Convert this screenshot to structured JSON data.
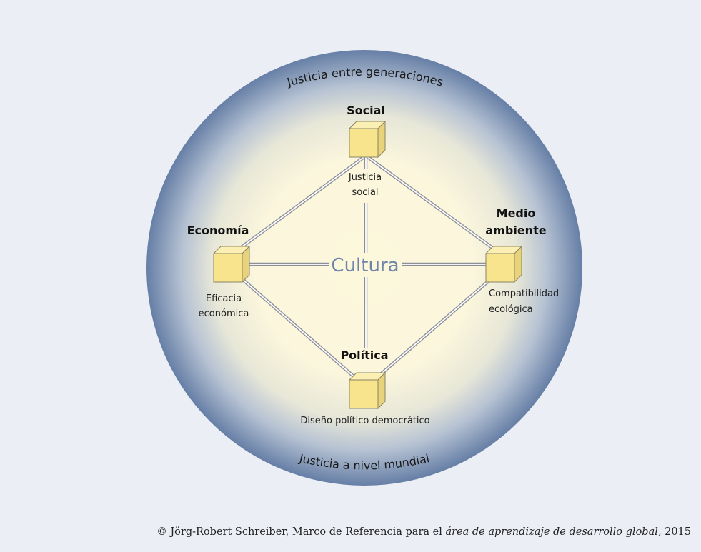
{
  "outer_ring": {
    "top_label": "Justicia entre generaciones",
    "bottom_label": "Justicia a nivel mundial"
  },
  "center_label": "Cultura",
  "dimensions": {
    "social": {
      "title": "Social",
      "subtitle_lines": [
        "Justicia",
        "social"
      ]
    },
    "economia": {
      "title": "Economía",
      "subtitle_lines": [
        "Eficacia",
        "económica"
      ]
    },
    "medio_ambiente": {
      "title_lines": [
        "Medio",
        "ambiente"
      ],
      "subtitle_lines": [
        "Compatibilidad",
        "ecológica"
      ]
    },
    "politica": {
      "title": "Política",
      "subtitle_lines": [
        "Diseño político democrático"
      ]
    }
  },
  "credit": {
    "prefix": "© Jörg-Robert Schreiber, Marco de Referencia para el ",
    "italic": "área de aprendizaje de desarrollo global,",
    "suffix": " 2015"
  },
  "colors": {
    "background": "#eceef5",
    "ring_outer": "#6a82a8",
    "ring_inner": "#fdf8dc",
    "cube": "#f7e48c",
    "center_text": "#6f86a8"
  }
}
